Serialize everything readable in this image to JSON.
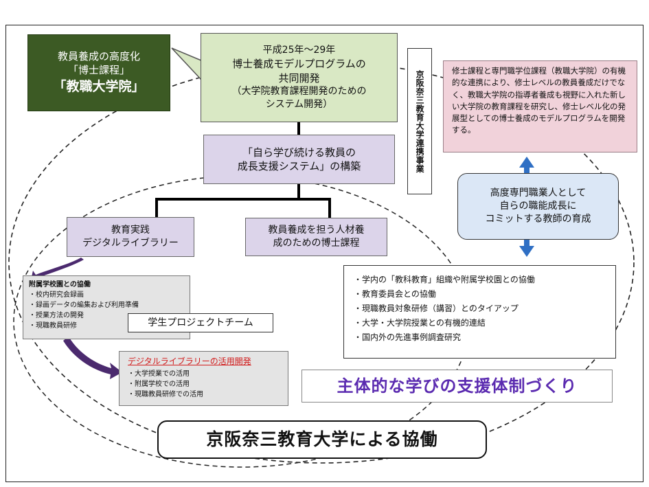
{
  "green_box": {
    "line1": "教員養成の高度化",
    "line2": "「博士課程」",
    "line3": "「教職大学院」"
  },
  "program_box": {
    "line1": "平成25年〜29年",
    "line2": "博士養成モデルプログラムの",
    "line3": "共同開発",
    "line4": "（大学院教育課程開発のための",
    "line5": "システム開発）"
  },
  "vertical_label": "京阪奈三教育大学連携事業",
  "pink_box": {
    "text": "修士課程と専門職学位課程（教職大学院）の有機的な連携により、修士レベルの教員養成だけでなく、教職大学院の指導者養成も視野に入れた新しい大学院の教育課程を研究し、修士レベル化の発展型としての博士養成のモデルプログラムを開発する。"
  },
  "center_box": {
    "line1": "「自ら学び続ける教員の",
    "line2": "成長支援システム」の構築"
  },
  "practice_box": {
    "line1": "教育実践",
    "line2": "デジタルライブラリー"
  },
  "phd_box": {
    "line1": "教員養成を担う人材養",
    "line2": "成のための博士課程"
  },
  "blue_box": {
    "line1": "高度専門職業人として",
    "line2": "自らの職能成長に",
    "line3": "コミットする教師の育成"
  },
  "list_box": {
    "items": [
      "・学内の「教科教育」組織や附属学校園との協働",
      "・教育委員会との協働",
      "・現職教員対象研修（講習）とのタイアップ",
      "・大学・大学院授業との有機的連結",
      "・国内外の先進事例調査研究"
    ]
  },
  "gray_box": {
    "title": "附属学校園との協働",
    "items": [
      "・校内研究会録画",
      "・録画データの編集および利用準備",
      "・授業方法の開発",
      "・現職教員研修"
    ]
  },
  "student_box": "学生プロジェクトチーム",
  "gray_box2": {
    "title": "デジタルライブラリーの活用開発",
    "items": [
      "・大学授業での活用",
      "・附属学校での活用",
      "・現職教員研修での活用"
    ]
  },
  "support_box": "主体的な学びの支援体制づくり",
  "collab_box": "京阪奈三教育大学による協働",
  "colors": {
    "green": "#3c5a24",
    "light_green": "#d9e8c4",
    "pink": "#f1d2da",
    "lavender": "#dcd4ea",
    "light_blue": "#dbe7f6",
    "arrow_blue": "#2f6fc4",
    "arrow_purple": "#4b2a6e",
    "support_text": "#5b2bb0",
    "red_title": "#d11a1a"
  }
}
